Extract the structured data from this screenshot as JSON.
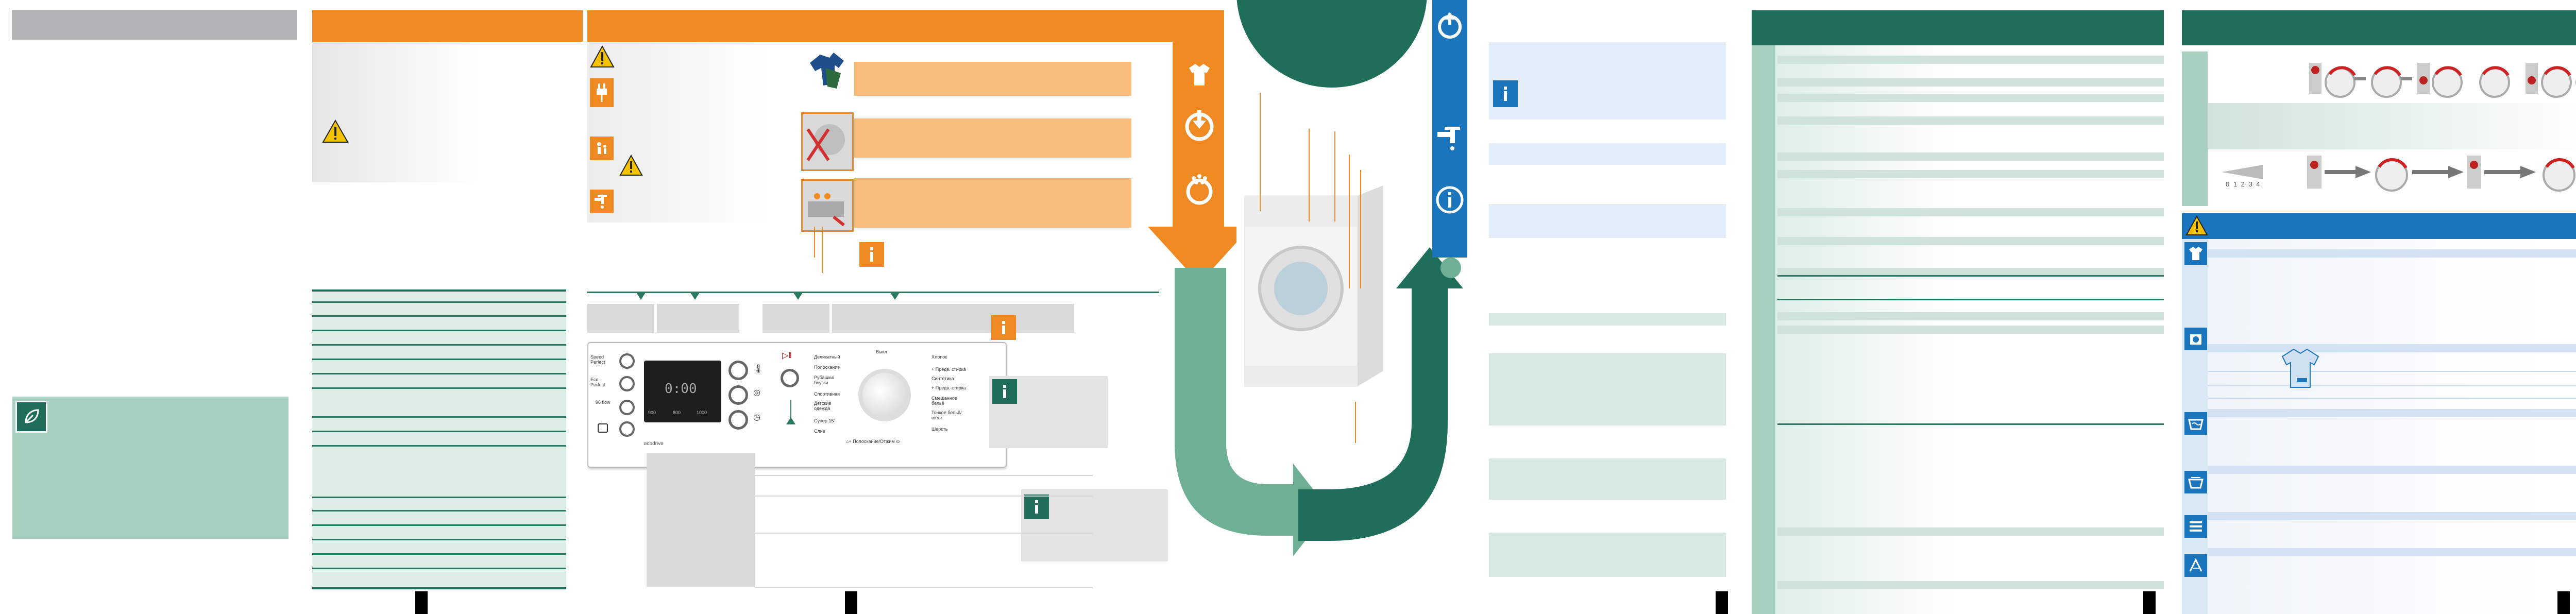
{
  "panel2": {
    "info_icon": "info-icon",
    "warning_icon": "warning-triangle-icon"
  },
  "panel3": {
    "icons": [
      "warning-triangle-icon",
      "electric-plug-icon",
      "child-safety-icon",
      "water-tap-icon"
    ],
    "steps": [
      "clothes-icon",
      "add-laundry-icon",
      "detergent-icon"
    ]
  },
  "control_panel": {
    "left_buttons": [
      {
        "label": "Speed Perfect"
      },
      {
        "label": "Eco Perfect"
      },
      {
        "label": "96 flow"
      },
      {
        "label": ""
      }
    ],
    "display_digits": "0:00",
    "display_sub": [
      "900",
      "800",
      "1000"
    ],
    "brand": "ecodrive",
    "start_label": "",
    "programs_left": [
      {
        "name": "Деликатный",
        "icon": ""
      },
      {
        "name": "Полоскание",
        "icon": ""
      },
      {
        "name": "Рубашки/ блузки",
        "icon": ""
      },
      {
        "name": "Спортивная",
        "icon": ""
      },
      {
        "name": "Детские одежда",
        "icon": ""
      },
      {
        "name": "Супер 15'",
        "icon": ""
      },
      {
        "name": "Слив",
        "icon": ""
      }
    ],
    "programs_right": [
      {
        "name": "Хлопок"
      },
      {
        "name": "+ Предв. стирка"
      },
      {
        "name": "Синтетика"
      },
      {
        "name": "+ Предв. стирка"
      },
      {
        "name": "Смешанное бельё"
      },
      {
        "name": "Тонкое бельё/ шёлк"
      },
      {
        "name": "Шерсть"
      }
    ],
    "top_label": "Выкл",
    "bottom_label": "⌂+ Полоскание/Отжим ⊙"
  },
  "washer_scale": {
    "numbers": "0 1 2 3 4"
  },
  "colors": {
    "orange": "#ef8a22",
    "peach": "#f6bd7a",
    "dark_green": "#1f6e5c",
    "mint": "#a6cfbd",
    "blue": "#1b75bc",
    "gray": "#b1b3b4"
  }
}
